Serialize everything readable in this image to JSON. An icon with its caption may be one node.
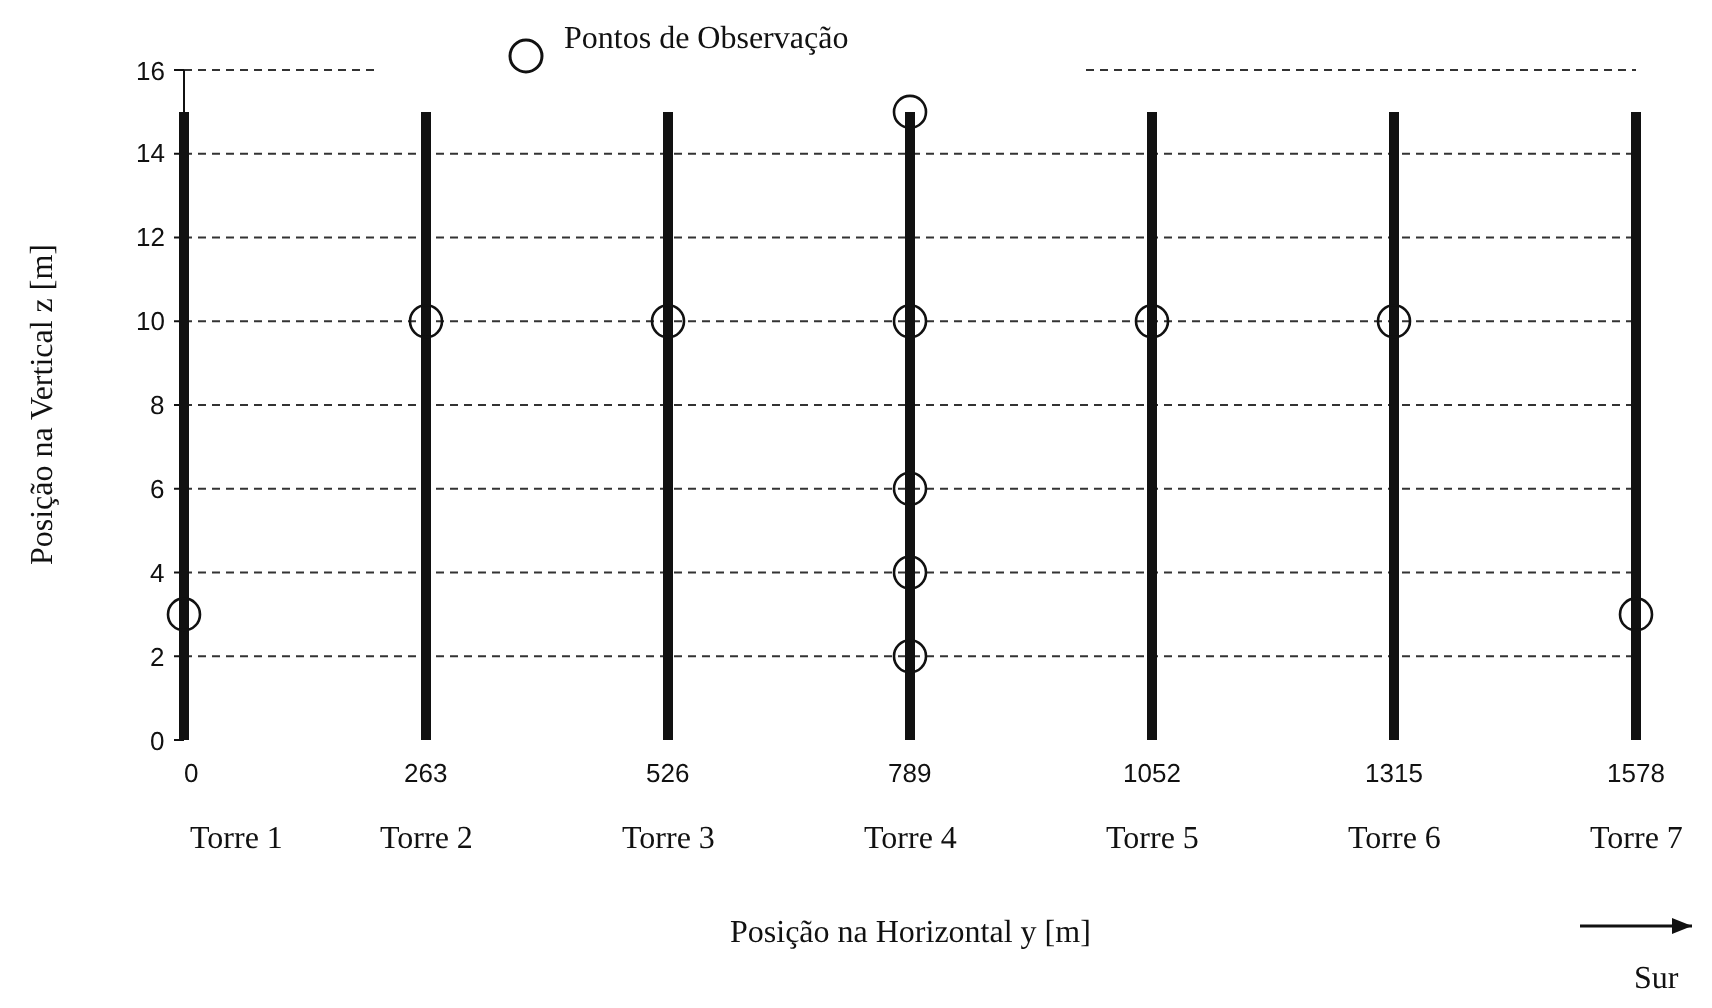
{
  "diagram": {
    "labels": [
      "Torre 1",
      "Torre 2",
      "Torre 3",
      "Torre 4",
      "Torre 5",
      "Torre 6",
      "Torre 7",
      "Sur"
    ],
    "legend": [
      {
        "text": "Pontos de Observação"
      }
    ],
    "chart_data": {
      "type": "scatter",
      "xlabel": "Posição na Horizontal y [m]",
      "ylabel": "Posição na Vertical z [m]",
      "xticks": [
        0,
        263,
        526,
        789,
        1052,
        1315,
        1578
      ],
      "yticks": [
        0,
        2,
        4,
        6,
        8,
        10,
        12,
        14,
        16
      ],
      "xlim": [
        0,
        1578
      ],
      "ylim": [
        0,
        16
      ],
      "grid": true,
      "x": [
        0,
        263,
        526,
        789,
        789,
        789,
        789,
        789,
        1052,
        1315,
        1578
      ],
      "series": [
        {
          "values": [
            3,
            10,
            10,
            15,
            10,
            6,
            4,
            2,
            10,
            10,
            3
          ]
        }
      ]
    }
  }
}
